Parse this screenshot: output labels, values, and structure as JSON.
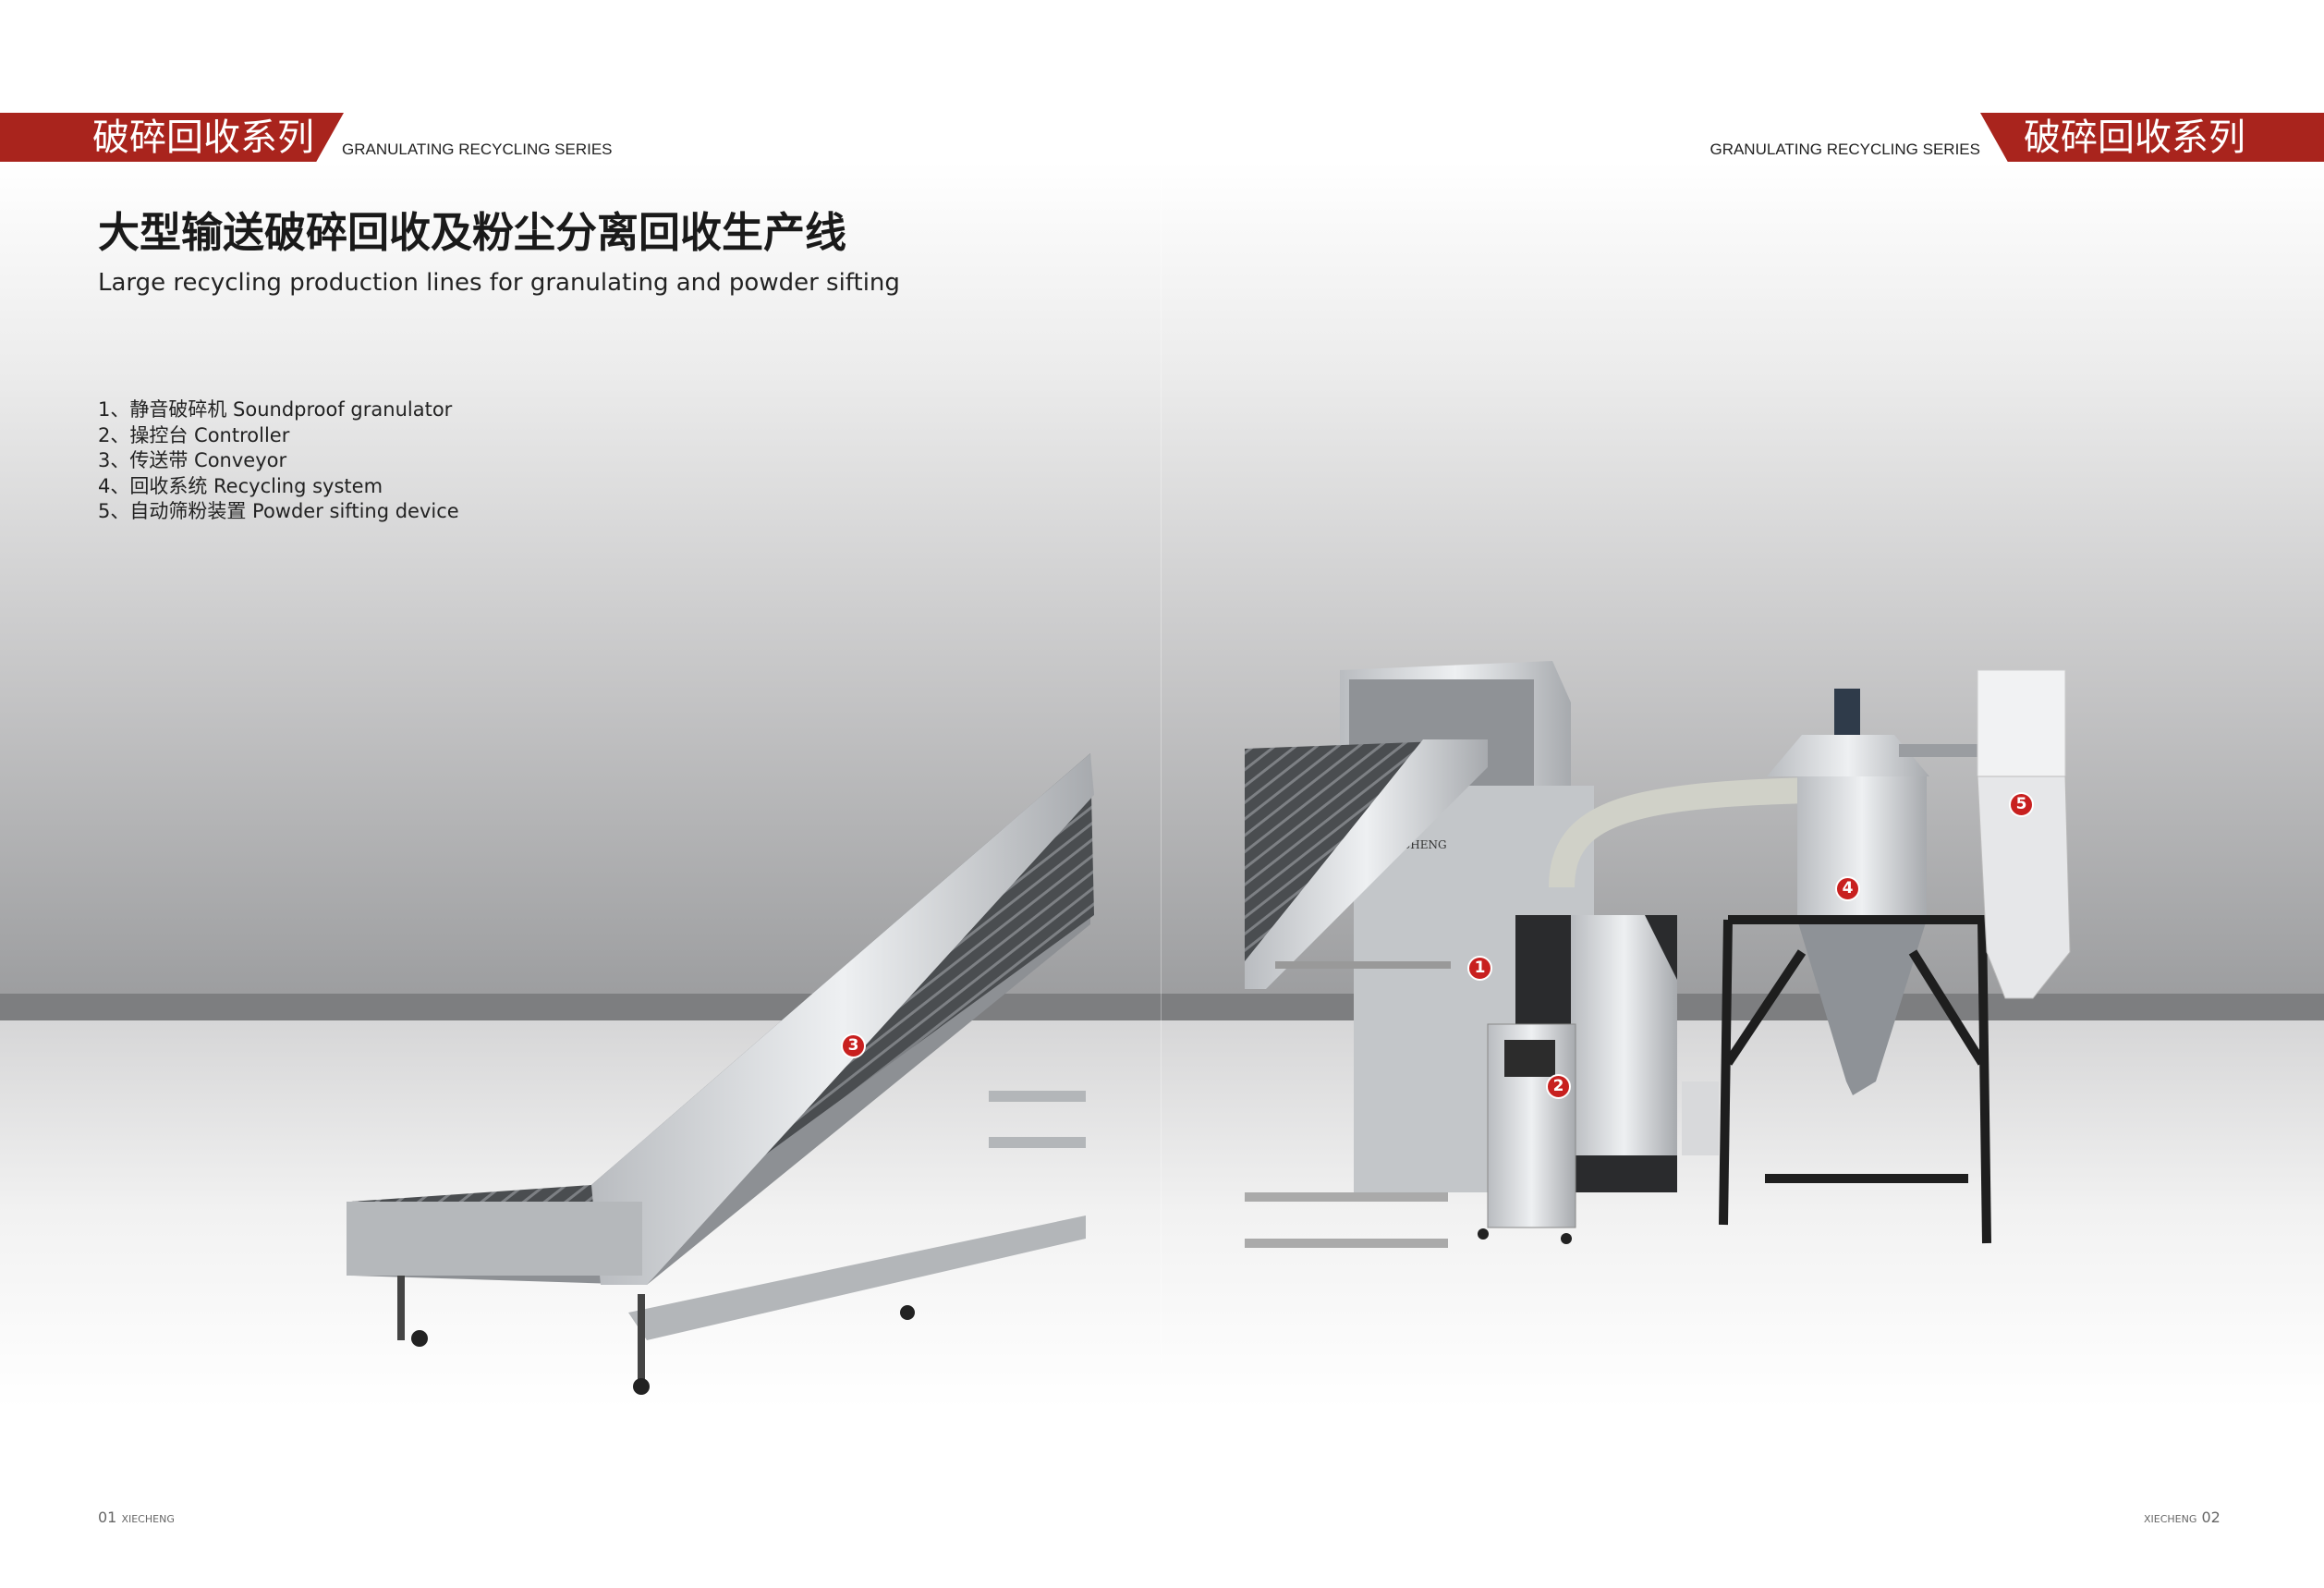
{
  "header": {
    "left_cn": "破碎回收系列",
    "left_en": "GRANULATING RECYCLING SERIES",
    "right_cn": "破碎回收系列",
    "right_en": "GRANULATING RECYCLING SERIES"
  },
  "title_cn": "大型输送破碎回收及粉尘分离回收生产线",
  "title_en": "Large recycling production lines for granulating and powder sifting",
  "components": [
    "1、静音破碎机 Soundproof granulator",
    "2、操控台 Controller",
    "3、传送带 Conveyor",
    "4、回收系统 Recycling system",
    "5、自动筛粉装置 Powder sifting device"
  ],
  "badges": [
    "1",
    "2",
    "3",
    "4",
    "5"
  ],
  "machine_logo": "XIECHENG",
  "footer": {
    "left_num": "01",
    "left_brand": "XIECHENG",
    "right_brand": "XIECHENG",
    "right_num": "02"
  },
  "colors": {
    "accent": "#a9241d",
    "badge": "#c8201f"
  }
}
